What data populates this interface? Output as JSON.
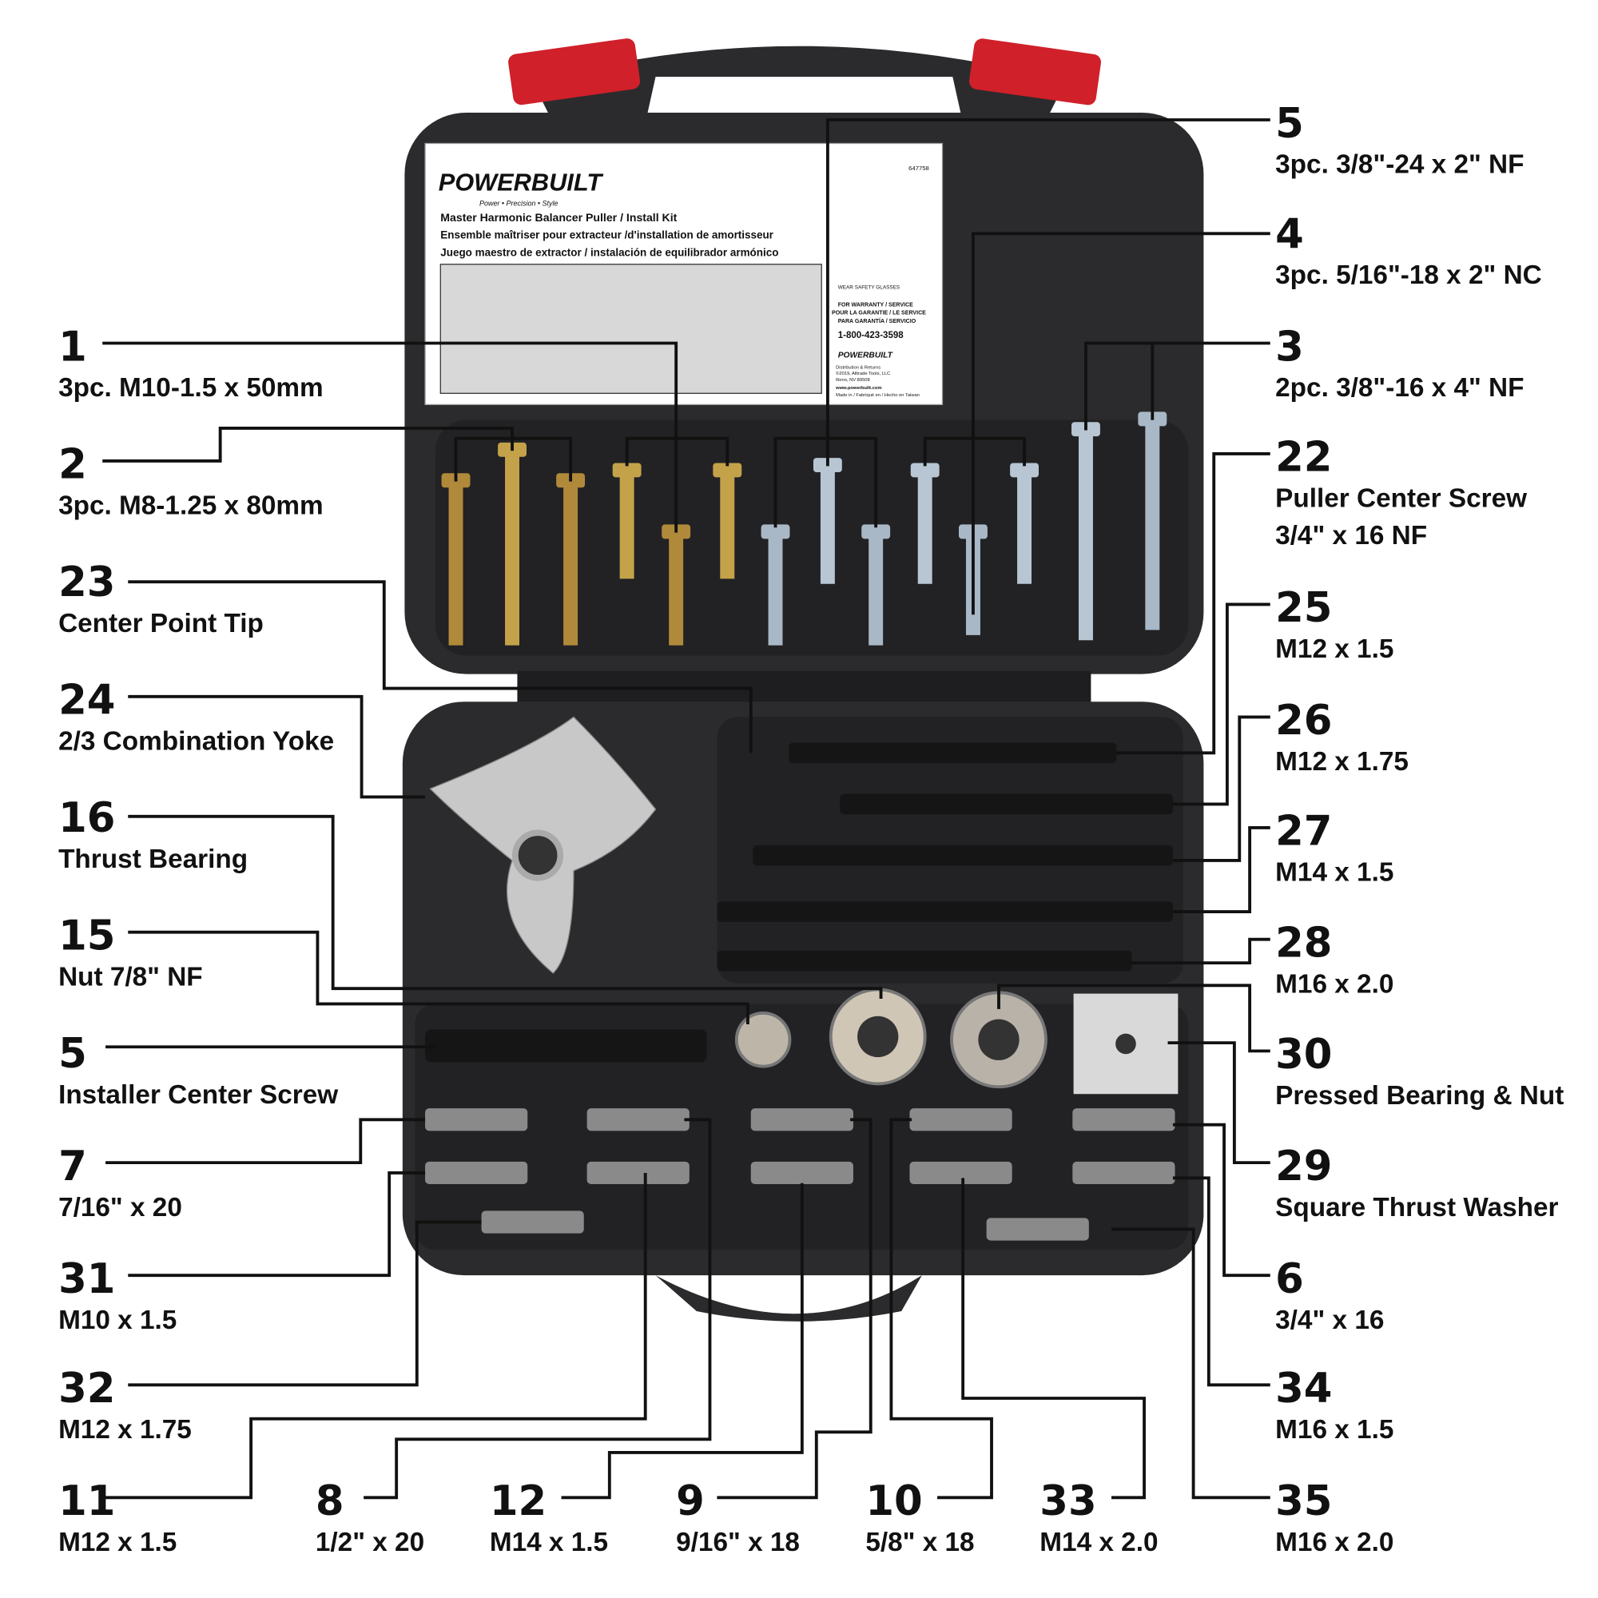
{
  "sticker": {
    "brand": "POWERBUILT",
    "tagline": "Power • Precision • Style",
    "title_en": "Master Harmonic Balancer Puller / Install Kit",
    "title_fr": "Ensemble maîtriser pour extracteur /d'installation de amortisseur",
    "title_es": "Juego maestro de extractor / instalación de equilibrador armónico",
    "part_number": "647758",
    "warning": "WEAR SAFETY GLASSES",
    "warranty_en": "FOR WARRANTY / SERVICE",
    "warranty_fr": "POUR LA GARANTIE / LE SERVICE",
    "warranty_es": "PARA GARANTÍA / SERVICIO",
    "phone": "1-800-423-3598",
    "distribution": "Distribution & Returns",
    "copyright": "©2019, Alltrade Tools, LLC",
    "address": "Reno, NV 89508",
    "website": "www.powerbuilt.com",
    "origin": "Made in / Fabriqué en / Hecho en Taiwan"
  },
  "colors": {
    "case": "#2b2b2d",
    "latch": "#d0202a",
    "leader": "#111111"
  },
  "callouts": [
    {
      "number": "1",
      "lines": [
        "3pc. M10-1.5 x 50mm"
      ]
    },
    {
      "number": "2",
      "lines": [
        "3pc. M8-1.25 x 80mm"
      ]
    },
    {
      "number": "23",
      "lines": [
        "Center Point Tip"
      ]
    },
    {
      "number": "24",
      "lines": [
        "2/3 Combination Yoke"
      ]
    },
    {
      "number": "16",
      "lines": [
        "Thrust Bearing"
      ]
    },
    {
      "number": "15",
      "lines": [
        "Nut 7/8\" NF"
      ]
    },
    {
      "number": "5",
      "lines": [
        "Installer Center Screw"
      ]
    },
    {
      "number": "7",
      "lines": [
        "7/16\" x 20"
      ]
    },
    {
      "number": "31",
      "lines": [
        "M10 x 1.5"
      ]
    },
    {
      "number": "32",
      "lines": [
        "M12 x 1.75"
      ]
    },
    {
      "number": "11",
      "lines": [
        "M12 x 1.5"
      ]
    },
    {
      "number": "5",
      "lines": [
        "3pc. 3/8\"-24 x 2\" NF"
      ]
    },
    {
      "number": "4",
      "lines": [
        "3pc. 5/16\"-18 x 2\" NC"
      ]
    },
    {
      "number": "3",
      "lines": [
        "2pc. 3/8\"-16 x 4\" NF"
      ]
    },
    {
      "number": "22",
      "lines": [
        "Puller Center Screw",
        "3/4\" x 16 NF"
      ]
    },
    {
      "number": "25",
      "lines": [
        "M12 x 1.5"
      ]
    },
    {
      "number": "26",
      "lines": [
        "M12 x 1.75"
      ]
    },
    {
      "number": "27",
      "lines": [
        "M14 x 1.5"
      ]
    },
    {
      "number": "28",
      "lines": [
        "M16 x 2.0"
      ]
    },
    {
      "number": "30",
      "lines": [
        "Pressed Bearing & Nut"
      ]
    },
    {
      "number": "29",
      "lines": [
        "Square Thrust Washer"
      ]
    },
    {
      "number": "6",
      "lines": [
        "3/4\" x 16"
      ]
    },
    {
      "number": "34",
      "lines": [
        "M16 x 1.5"
      ]
    },
    {
      "number": "35",
      "lines": [
        "M16 x 2.0"
      ]
    },
    {
      "number": "8",
      "lines": [
        "1/2\" x 20"
      ]
    },
    {
      "number": "12",
      "lines": [
        "M14 x 1.5"
      ]
    },
    {
      "number": "9",
      "lines": [
        "9/16\" x 18"
      ]
    },
    {
      "number": "10",
      "lines": [
        "5/8\" x 18"
      ]
    },
    {
      "number": "33",
      "lines": [
        "M14 x 2.0"
      ]
    }
  ]
}
